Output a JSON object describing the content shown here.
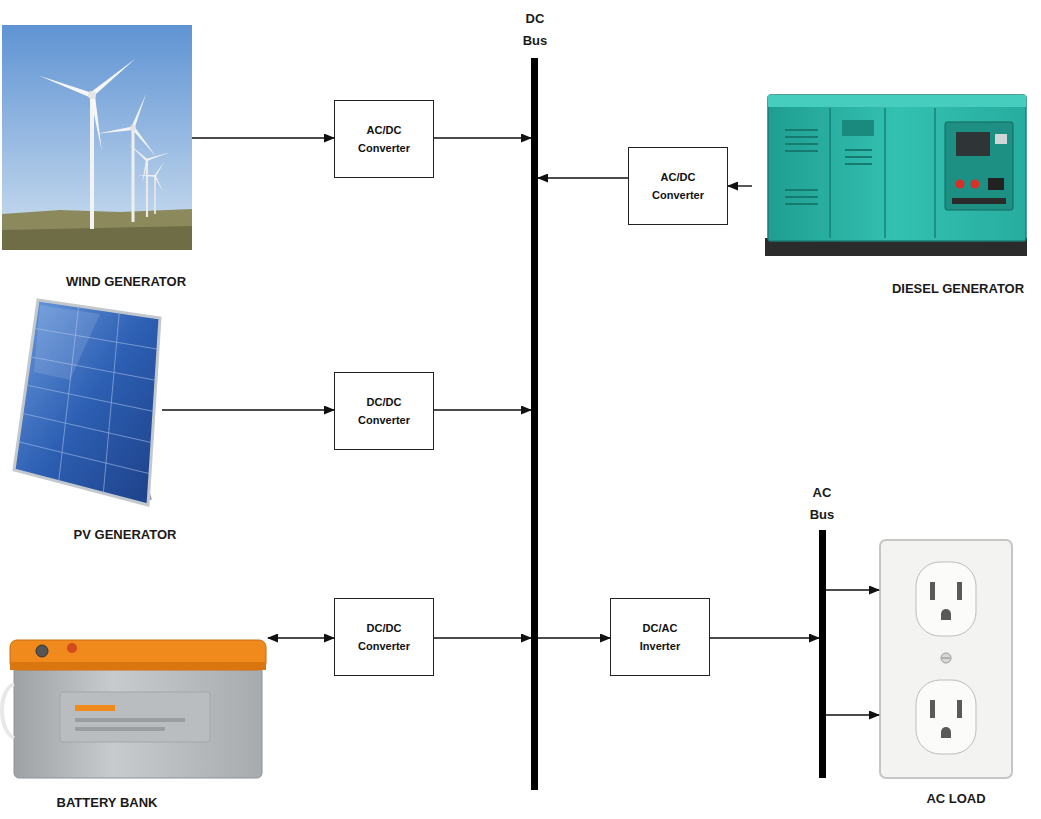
{
  "diagram": {
    "nodes": [
      {
        "text": [
          "WIND GENERATOR"
        ]
      },
      {
        "text": [
          "AC/DC Converter"
        ]
      },
      {
        "text": [
          "DC Bus"
        ]
      },
      {
        "text": [
          "AC/DC Converter"
        ]
      },
      {
        "text": [
          "DIESEL GENERATOR"
        ]
      },
      {
        "text": [
          "PV GENERATOR"
        ]
      },
      {
        "text": [
          "DC/DC Converter"
        ]
      },
      {
        "text": [
          "AC Bus"
        ]
      },
      {
        "text": [
          "BATTERY BANK"
        ]
      },
      {
        "text": [
          "DC/DC Converter"
        ]
      },
      {
        "text": [
          "DC/AC Inverter"
        ]
      },
      {
        "text": [
          "AC LOAD"
        ]
      }
    ],
    "edges": [
      {
        "from": 0,
        "to": 1,
        "arrow": "to"
      },
      {
        "from": 1,
        "to": 2,
        "arrow": "to"
      },
      {
        "from": 4,
        "to": 3,
        "arrow": "to"
      },
      {
        "from": 3,
        "to": 2,
        "arrow": "to"
      },
      {
        "from": 5,
        "to": 6,
        "arrow": "to"
      },
      {
        "from": 6,
        "to": 2,
        "arrow": "to"
      },
      {
        "from": 8,
        "to": 9,
        "arrow": "both"
      },
      {
        "from": 9,
        "to": 2,
        "arrow": "to"
      },
      {
        "from": 2,
        "to": 10,
        "arrow": "to"
      },
      {
        "from": 10,
        "to": 7,
        "arrow": "to"
      },
      {
        "from": 7,
        "to": 11,
        "arrow": "to"
      },
      {
        "from": 7,
        "to": 11,
        "arrow": "to"
      }
    ]
  }
}
